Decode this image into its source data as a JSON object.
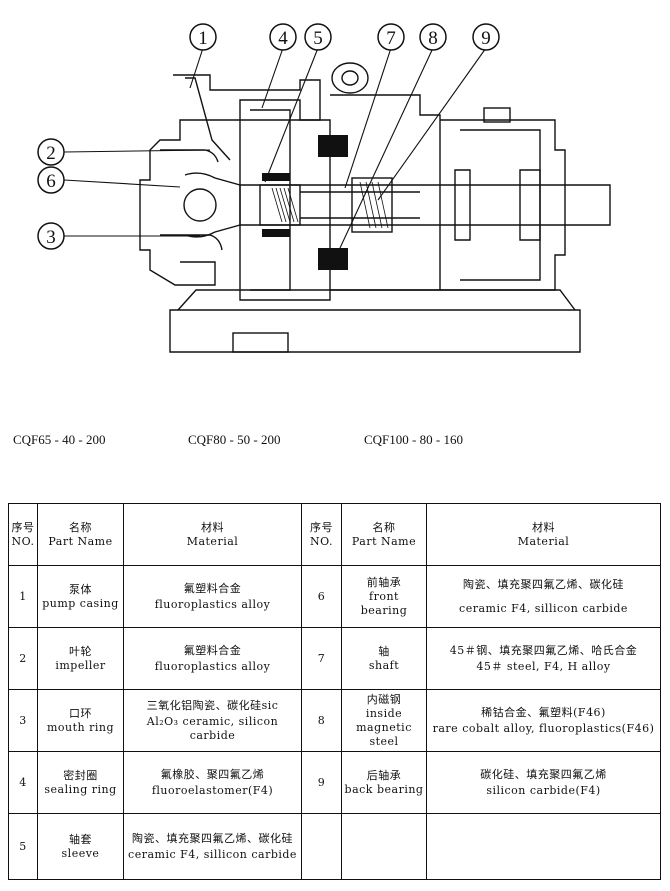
{
  "callouts": [
    "1",
    "2",
    "3",
    "4",
    "5",
    "6",
    "7",
    "8",
    "9"
  ],
  "models": [
    "CQF65 - 40 - 200",
    "CQF80 - 50 - 200",
    "CQF100 - 80 - 160"
  ],
  "table": {
    "header": {
      "no_zh": "序号",
      "no_en": "NO.",
      "name_zh": "名称",
      "name_en": "Part Name",
      "mat_zh": "材料",
      "mat_en": "Material"
    },
    "parts": [
      {
        "no": "1",
        "name_zh": "泵体",
        "name_en": "pump casing",
        "mat_zh": "氟塑料合金",
        "mat_en": "fluoroplastics alloy"
      },
      {
        "no": "2",
        "name_zh": "叶轮",
        "name_en": "impeller",
        "mat_zh": "氟塑料合金",
        "mat_en": "fluoroplastics alloy"
      },
      {
        "no": "3",
        "name_zh": "口环",
        "name_en": "mouth ring",
        "mat_zh": "三氧化铝陶瓷、碳化硅sic",
        "mat_en": "Al₂O₃ ceramic, silicon carbide"
      },
      {
        "no": "4",
        "name_zh": "密封圈",
        "name_en": "sealing ring",
        "mat_zh": "氟橡胶、聚四氟乙烯",
        "mat_en": "fluoroelastomer(F4)"
      },
      {
        "no": "5",
        "name_zh": "轴套",
        "name_en": "sleeve",
        "mat_zh": "陶瓷、填充聚四氟乙烯、碳化硅",
        "mat_en": "ceramic F4, sillicon carbide"
      },
      {
        "no": "6",
        "name_zh": "前轴承",
        "name_en": "front bearing",
        "mat_zh": "陶瓷、填充聚四氟乙烯、碳化硅",
        "mat_en": "ceramic F4, sillicon carbide"
      },
      {
        "no": "7",
        "name_zh": "轴",
        "name_en": "shaft",
        "mat_zh": "45＃钢、填充聚四氟乙烯、哈氏合金",
        "mat_en": "45＃ steel, F4, H alloy"
      },
      {
        "no": "8",
        "name_zh": "内磁钢",
        "name_en": "inside magnetic steel",
        "mat_zh": "稀钴合金、氟塑料(F46)",
        "mat_en": "rare cobalt alloy, fluoroplastics(F46)"
      },
      {
        "no": "9",
        "name_zh": "后轴承",
        "name_en": "back bearing",
        "mat_zh": "碳化硅、填充聚四氟乙烯",
        "mat_en": "silicon carbide(F4)"
      }
    ]
  }
}
